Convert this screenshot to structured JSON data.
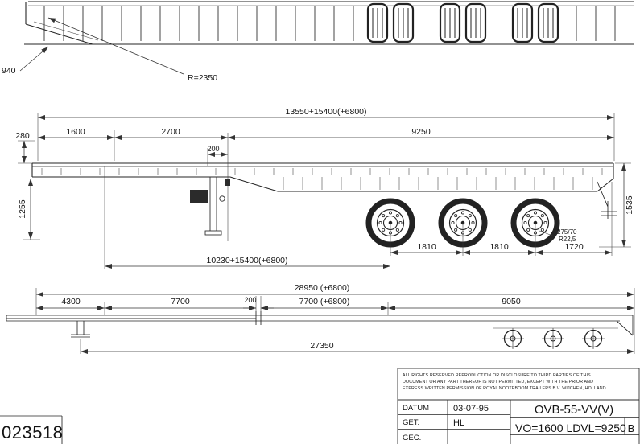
{
  "stamp": {
    "number": "023518"
  },
  "top_view": {
    "dim_940": "940",
    "radius_label": "R=2350"
  },
  "side_view": {
    "dim_overall": "13550+15400(+6800)",
    "dim_1600": "1600",
    "dim_2700": "2700",
    "dim_9250": "9250",
    "dim_280": "280",
    "dim_200": "200",
    "dim_1255": "1255",
    "dim_1535": "1535",
    "dim_wheelbase": "10230+15400(+6800)",
    "dim_axle_spacing_1": "1810",
    "dim_axle_spacing_2": "1810",
    "dim_rear_overhang": "1720",
    "tire_spec_line1": "275/70",
    "tire_spec_line2": "R22,5"
  },
  "bottom_view": {
    "dim_overall": "28950 (+6800)",
    "dim_4300": "4300",
    "dim_7700": "7700",
    "dim_200": "200",
    "dim_7700_ext": "7700 (+6800)",
    "dim_9050": "9050",
    "dim_27350": "27350"
  },
  "title_block": {
    "copyright": [
      "ALL RIGHTS RESERVED REPRODUCTION OR DISCLOSURE TO THIRD PARTIES OF THIS",
      "DOCUMENT OR ANY PART THEREOF IS NOT PERMITTED, EXCEPT WITH THE PRIOR AND",
      "EXPRESS WRITTEN PERMISSION OF ROYAL NOOTEBOOM TRAILERS B.V. WIJCHEN, HOLLAND."
    ],
    "datum_label": "DATUM",
    "datum_value": "03-07-95",
    "get_label": "GET.",
    "get_value": "HL",
    "gec_label": "GEC.",
    "gec_value": "",
    "model_code": "OVB-55-VV(V)",
    "spec_line": "VO=1600 LDVL=9250",
    "revision": "B"
  }
}
